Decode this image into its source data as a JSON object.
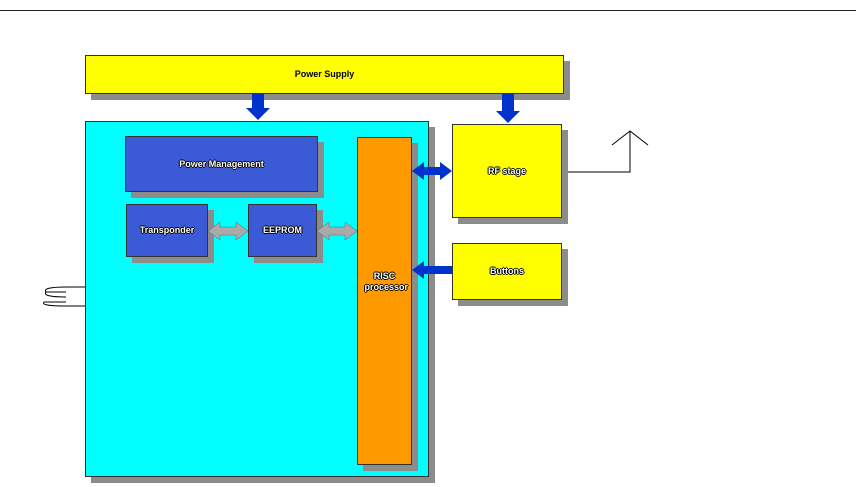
{
  "diagram": {
    "blocks": {
      "power_supply": "Power Supply",
      "power_management": "Power Management",
      "transponder": "Transponder",
      "eeprom": "EEPROM",
      "risc_processor": "RISC processor",
      "rf_stage": "RF stage",
      "buttons": "Buttons"
    },
    "colors": {
      "yellow": "#ffff00",
      "cyan": "#00ffff",
      "blue_block": "#3b5bd6",
      "orange": "#ff9900",
      "arrow_blue": "#0033cc",
      "arrow_gray": "#aaaaaa"
    }
  }
}
